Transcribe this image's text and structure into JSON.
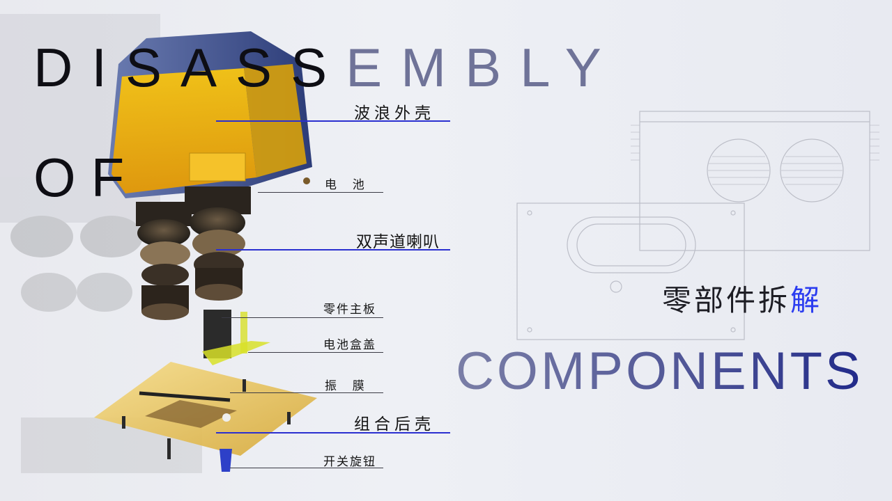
{
  "title": {
    "part1": "DISASS",
    "part2": "EMBLY",
    "line2": "OF"
  },
  "labels": {
    "shell": "波浪外壳",
    "battery": "电  池",
    "speaker": "双声道喇叭",
    "board": "零件主板",
    "battery_cover": "电池盒盖",
    "membrane": "振  膜",
    "rear_shell": "组合后壳",
    "knob": "开关旋钮"
  },
  "right": {
    "cn_main": "零部件拆",
    "cn_accent": "解",
    "en": "COMPONENTS"
  },
  "colors": {
    "accent_blue": "#2b3cf0",
    "yellow": "#f1b60b"
  }
}
